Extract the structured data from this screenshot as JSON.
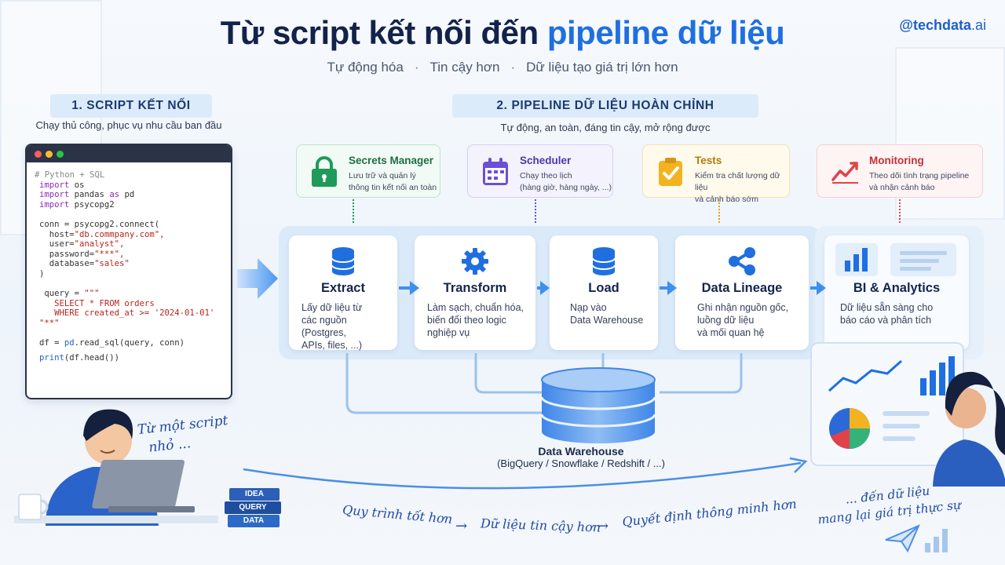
{
  "header": {
    "title_part1": "Từ script kết nối đến ",
    "title_part2": "pipeline dữ liệu",
    "subtitle_items": [
      "Tự động hóa",
      "Tin cậy hơn",
      "Dữ liệu tạo giá trị lớn hơn"
    ],
    "subtitle_separator": "·",
    "handle_main": "@techdata",
    "handle_suffix": ".ai"
  },
  "section1": {
    "heading": "1. SCRIPT KẾT NỐI",
    "subheading": "Chạy thủ công, phục vụ nhu cầu ban đầu"
  },
  "code": {
    "comment": "# Python + SQL",
    "l1_kw": "import",
    "l1_rest": " os",
    "l2_kw": "import",
    "l2_mid": " pandas ",
    "l2_kw2": "as",
    "l2_rest": " pd",
    "l3_kw": "import",
    "l3_rest": " psycopg2",
    "l4": "conn = psycopg2.connect(",
    "l5_key": "  host=",
    "l5_val": "\"db.commpany.com\",",
    "l6_key": "  user=",
    "l6_val": "\"analyst\",",
    "l7_key": "  password=",
    "l7_val": "\"***\",",
    "l8_key": "  database=",
    "l8_val": "\"sales\"",
    "l9": ")",
    "l10_key": " query = ",
    "l10_val": "\"\"\"",
    "l11": "   SELECT * FROM orders",
    "l12": "   WHERE created_at >= '2024-01-01'",
    "l13": "\"**\"",
    "l14_a": "df = ",
    "l14_b": "pd",
    "l14_c": ".read_sql(query, conn)",
    "l15_a": "print",
    "l15_b": "(df.head())"
  },
  "section2": {
    "heading": "2. PIPELINE DỮ LIỆU HOÀN CHỈNH",
    "subheading": "Tự động, an toàn, đáng tin cậy, mở rộng được"
  },
  "modules": [
    {
      "title": "Secrets Manager",
      "desc1": "Lưu trữ và quản lý",
      "desc2": "thông tin kết nối an toàn",
      "icon": "lock-icon",
      "color": "#1f9a5a"
    },
    {
      "title": "Scheduler",
      "desc1": "Chạy theo lịch",
      "desc2": "(hàng giờ, hàng ngày, ...)",
      "icon": "calendar-icon",
      "color": "#6b4fd6"
    },
    {
      "title": "Tests",
      "desc1": "Kiểm tra chất lượng dữ liệu",
      "desc2": "và cảnh báo sớm",
      "icon": "checklist-icon",
      "color": "#e0a21b"
    },
    {
      "title": "Monitoring",
      "desc1": "Theo dõi tình trạng pipeline",
      "desc2": "và nhận cảnh báo",
      "icon": "trend-icon",
      "color": "#e0424a"
    }
  ],
  "stages": [
    {
      "title": "Extract",
      "desc": [
        "Lấy dữ liệu từ",
        "các nguồn (Postgres,",
        "APIs, files, ...)"
      ],
      "icon": "database-icon"
    },
    {
      "title": "Transform",
      "desc": [
        "Làm sạch, chuẩn hóa,",
        "biến đổi theo logic",
        "nghiệp vụ"
      ],
      "icon": "gear-icon"
    },
    {
      "title": "Load",
      "desc": [
        "Nạp vào",
        "Data Warehouse"
      ],
      "icon": "database-icon"
    },
    {
      "title": "Data Lineage",
      "desc": [
        "Ghi nhận nguồn gốc,",
        "luồng dữ liệu",
        "và mối quan hệ"
      ],
      "icon": "share-icon"
    },
    {
      "title": "BI & Analytics",
      "desc": [
        "Dữ liệu sẵn sàng cho",
        "báo cáo và phân tích"
      ],
      "icon": "bar-chart-icon"
    }
  ],
  "warehouse": {
    "title": "Data Warehouse",
    "subtitle": "(BigQuery / Snowflake / Redshift / ...)"
  },
  "handwriting": {
    "left_line1": "Từ một script",
    "left_line2": "nhỏ ...",
    "flow_1": "Quy trình tốt hơn",
    "flow_2": "Dữ liệu tin cậy hơn",
    "flow_3": "Quyết định thông minh hơn",
    "flow_arrow": "→",
    "right_line1": "... đến dữ liệu",
    "right_line2": "mang lại giá trị thực sự"
  },
  "books": [
    "IDEA",
    "QUERY",
    "DATA"
  ],
  "colors": {
    "accent": "#1f6fe0",
    "navy": "#13224a",
    "pipeline_bg": "#dbeaf9",
    "arrow": "#3d8ff0"
  }
}
